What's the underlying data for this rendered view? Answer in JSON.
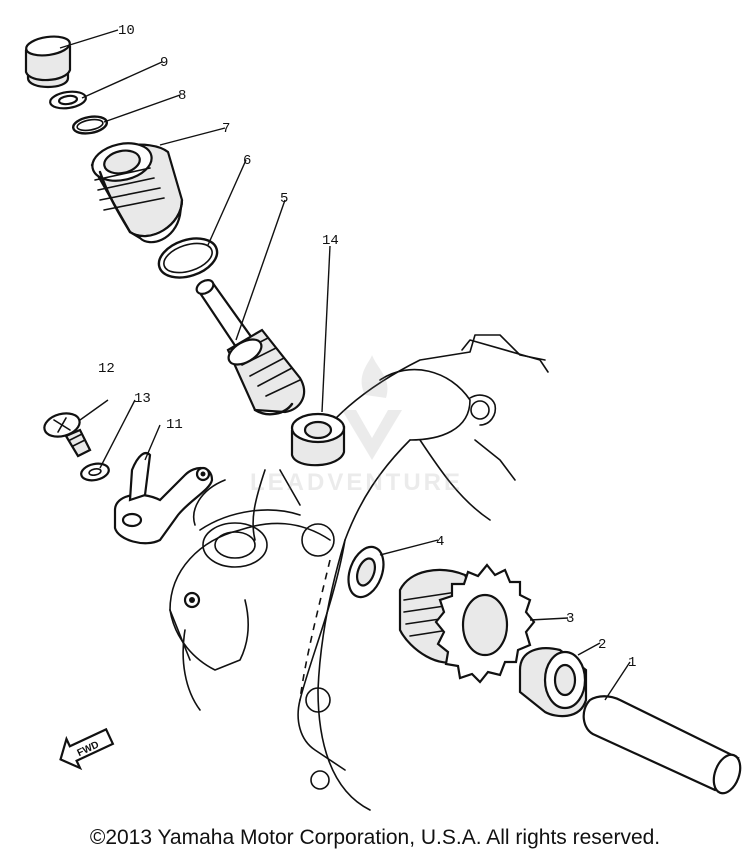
{
  "callouts": [
    "1",
    "2",
    "3",
    "4",
    "5",
    "6",
    "7",
    "8",
    "9",
    "10",
    "11",
    "12",
    "13",
    "14"
  ],
  "fwd_label": "FWD",
  "watermark_text": "LEADVENTURE",
  "copyright": "©2013 Yamaha Motor Corporation, U.S.A. All rights reserved."
}
